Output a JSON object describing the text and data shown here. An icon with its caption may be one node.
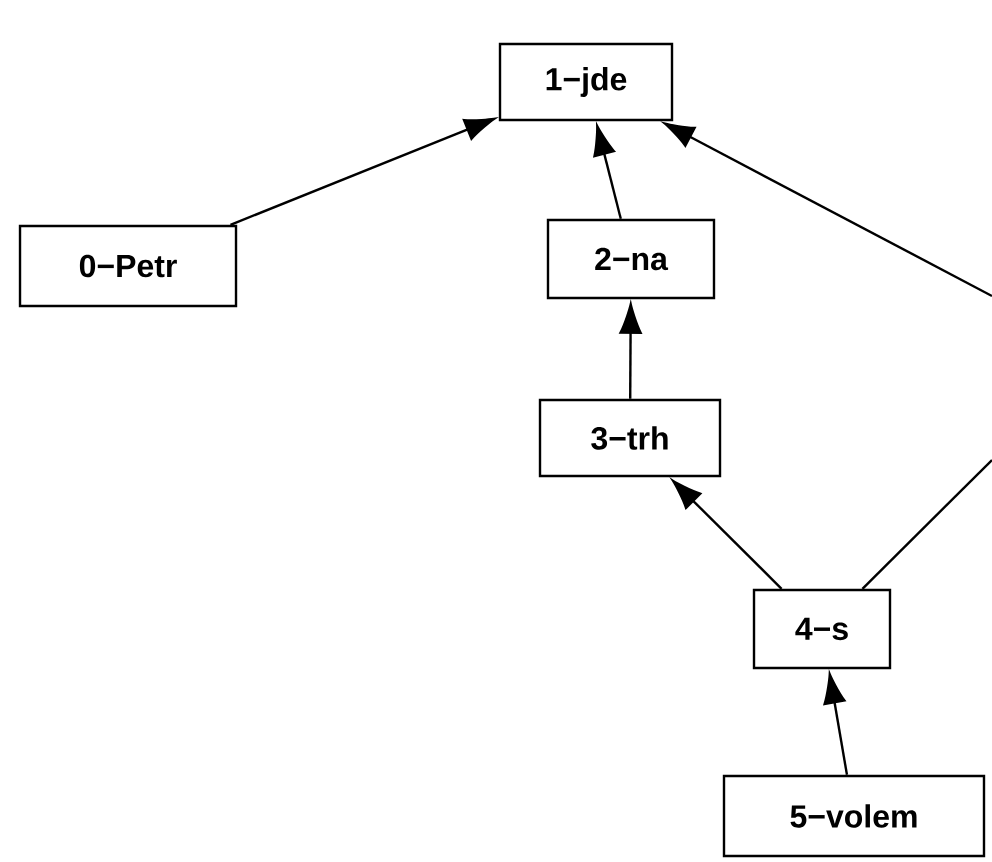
{
  "diagram": {
    "nodes": [
      {
        "text": [
          "0−Petr"
        ]
      },
      {
        "text": [
          "1−jde"
        ]
      },
      {
        "text": [
          "2−na"
        ]
      },
      {
        "text": [
          "3−trh"
        ]
      },
      {
        "text": [
          "4−s"
        ]
      },
      {
        "text": [
          "5−volem"
        ]
      }
    ],
    "edges": [
      {
        "from": 0,
        "to": 1,
        "arrow": "to"
      },
      {
        "from": 2,
        "to": 1,
        "arrow": "to"
      },
      {
        "from": 3,
        "to": 2,
        "arrow": "to"
      },
      {
        "from": 4,
        "to": 3,
        "arrow": "to"
      },
      {
        "from": 5,
        "to": 4,
        "arrow": "to"
      },
      {
        "from": null,
        "to": 1,
        "arrow": "to"
      },
      {
        "from": 4,
        "to": null,
        "arrow": "none"
      }
    ]
  }
}
